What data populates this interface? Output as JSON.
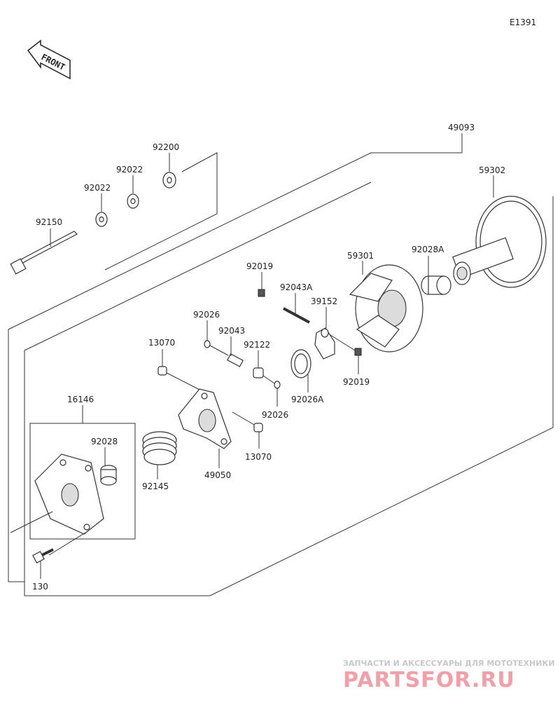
{
  "diagram_code": "E1391",
  "front_label": "FRONT",
  "labels": {
    "p49093": "49093",
    "p59302": "59302",
    "p92200": "92200",
    "p92022_top": "92022",
    "p92022_bottom": "92022",
    "p92150": "92150",
    "p92019_top": "92019",
    "p92043A": "92043A",
    "p59301": "59301",
    "p92028A": "92028A",
    "p39152": "39152",
    "p92026_upper": "92026",
    "p92043": "92043",
    "p13070_upper": "13070",
    "p92122": "92122",
    "p92019_bottom": "92019",
    "p92026A": "92026A",
    "p92026_lower": "92026",
    "p16146": "16146",
    "p92028": "92028",
    "p13070_lower": "13070",
    "p92145": "92145",
    "p49050": "49050",
    "p130": "130"
  },
  "watermark": {
    "tagline": "ЗАПЧАСТИ И АКСЕССУАРЫ ДЛЯ МОТОТЕХНИКИ",
    "logo": "PARTSFOR.RU"
  }
}
